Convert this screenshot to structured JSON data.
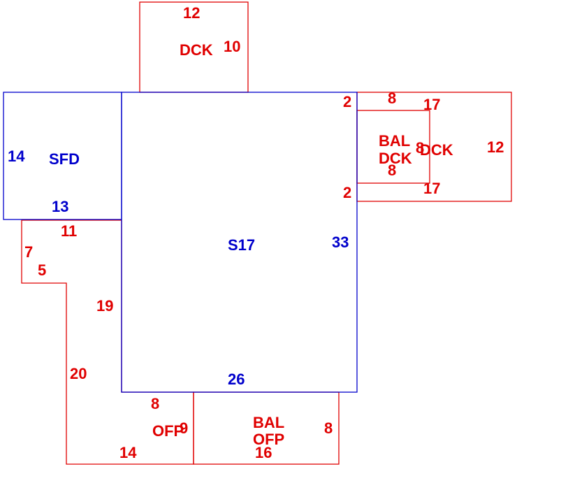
{
  "colors": {
    "red": "#e00000",
    "blue": "#0000cc"
  },
  "labels": {
    "main_area": "S17",
    "main_left_wing_area": "SFD",
    "top_deck_area": "DCK",
    "right_deck_area": "DCK",
    "right_balcony_line1": "BAL",
    "right_balcony_line2": "DCK",
    "bottom_porch_area": "OFP",
    "bottom_balcony_line1": "BAL",
    "bottom_balcony_line2": "OFP"
  },
  "dimensions": {
    "top_deck_width": "12",
    "top_deck_depth": "10",
    "sfd_depth": "14",
    "sfd_width": "13",
    "main_depth": "33",
    "main_width": "26",
    "right_gap_top": "2",
    "right_gap_bottom": "2",
    "right_balcony_width_top": "8",
    "right_balcony_width_bottom": "8",
    "right_balcony_depth": "8",
    "right_deck_width_top": "17",
    "right_deck_width_bottom": "17",
    "right_deck_depth": "12",
    "porch_top_width": "11",
    "porch_left_depth": "7",
    "porch_step": "5",
    "porch_side": "19",
    "porch_outer_depth": "20",
    "porch_bottom_width": "14",
    "porch_inner_depth": "8",
    "porch_side_right": "9",
    "bottom_balcony_width": "16",
    "bottom_balcony_depth": "8"
  }
}
